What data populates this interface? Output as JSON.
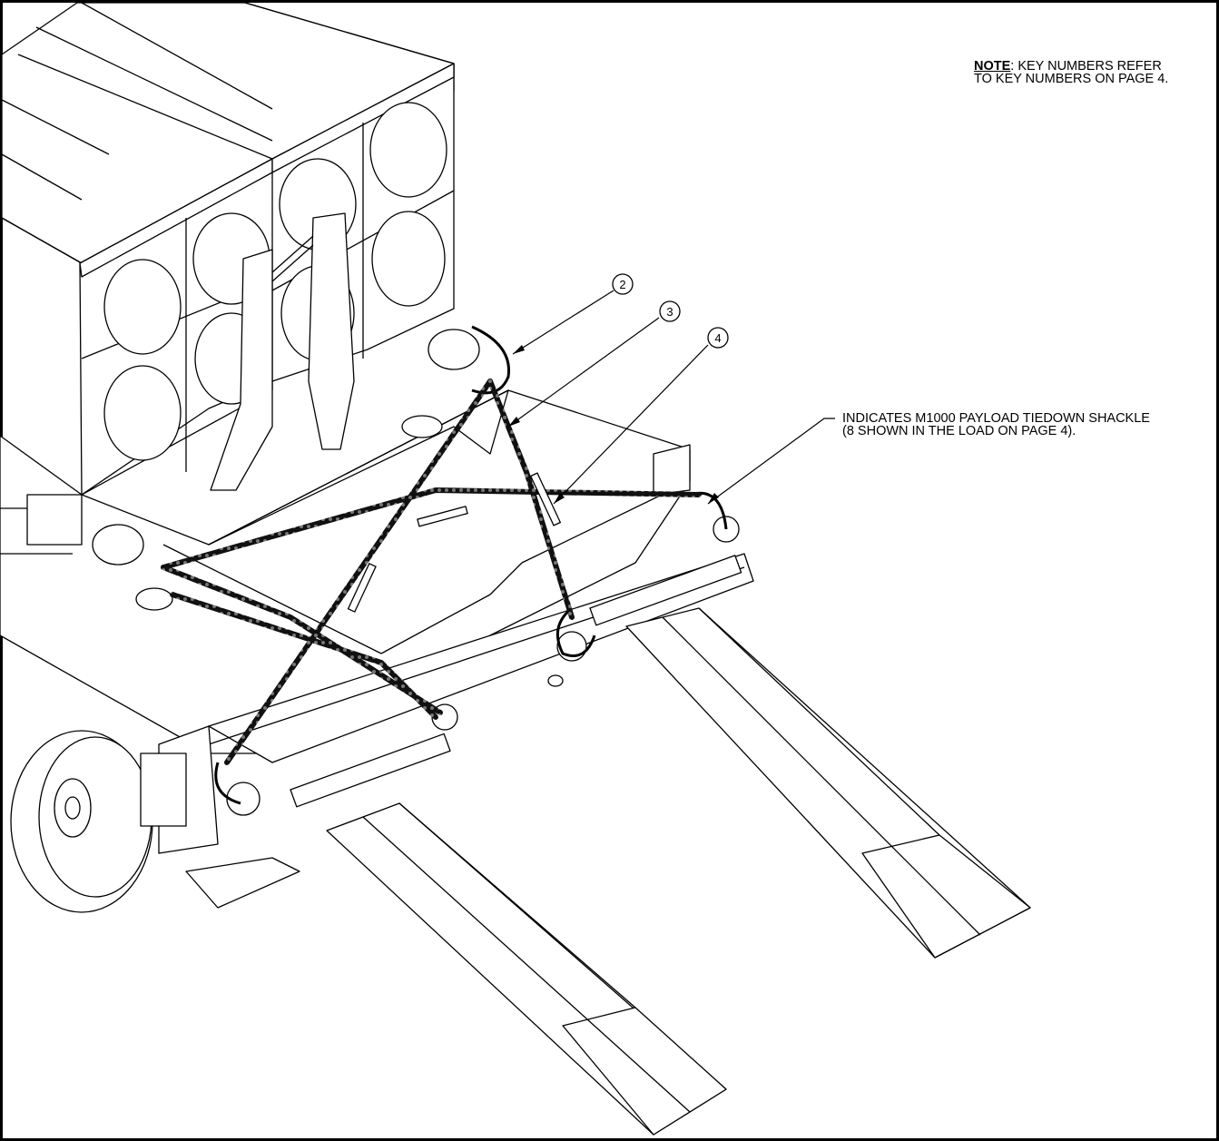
{
  "note": {
    "label": "NOTE",
    "text_line1": ": KEY NUMBERS REFER",
    "text_line2": "TO KEY NUMBERS ON PAGE 4."
  },
  "shackle_callout": {
    "line1": "INDICATES M1000 PAYLOAD TIEDOWN SHACKLE",
    "line2": "(8 SHOWN IN THE LOAD ON PAGE 4)."
  },
  "key_callouts": [
    {
      "number": "2",
      "icon": "circle-callout"
    },
    {
      "number": "3",
      "icon": "circle-callout"
    },
    {
      "number": "4",
      "icon": "circle-callout"
    }
  ],
  "colors": {
    "line": "#000000",
    "background": "#ffffff",
    "chain": "#1a1a1a"
  }
}
